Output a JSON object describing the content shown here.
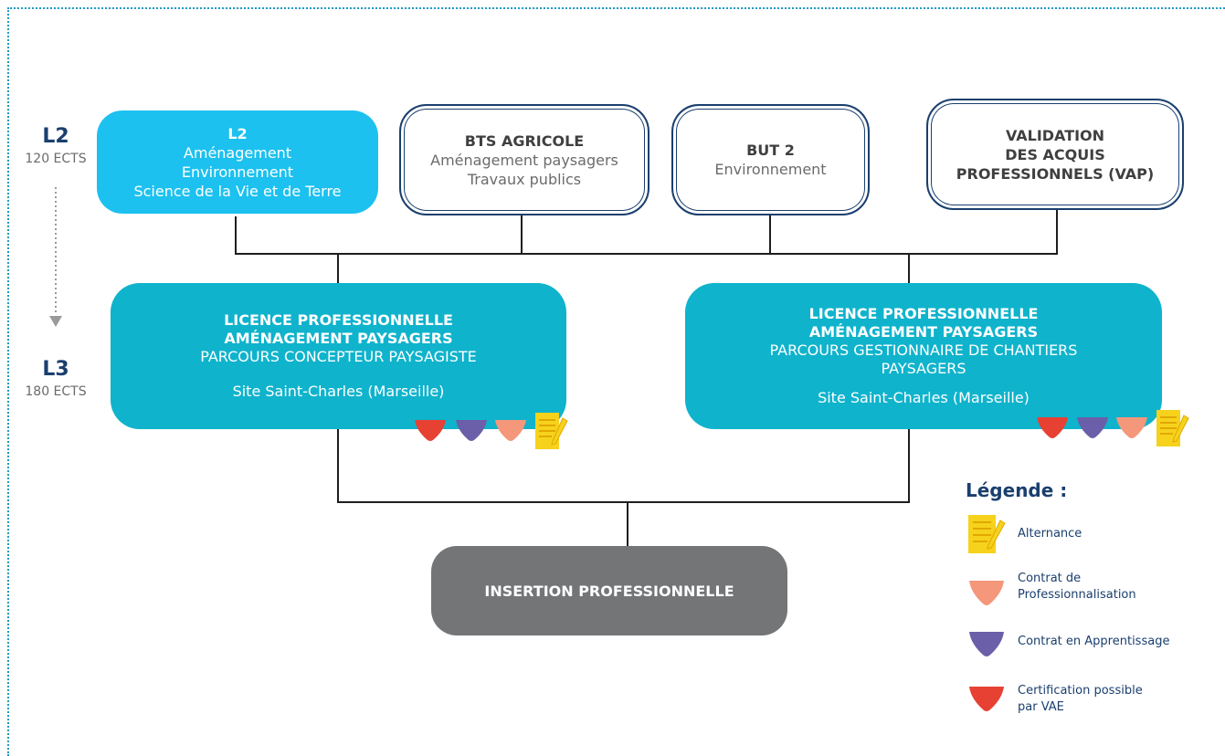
{
  "levels": [
    {
      "code": "L2",
      "ects": "120 ECTS"
    },
    {
      "code": "L3",
      "ects": "180 ECTS"
    }
  ],
  "sources": [
    {
      "title": "L2",
      "lines": [
        "Aménagement",
        "Environnement",
        "Science de la Vie et de Terre"
      ]
    },
    {
      "title": "BTS AGRICOLE",
      "lines": [
        "Aménagement paysagers",
        "Travaux publics"
      ]
    },
    {
      "title": "BUT 2",
      "lines": [
        "Environnement"
      ]
    },
    {
      "title": "VALIDATION\nDES ACQUIS\nPROFESSIONNELS (VAP)",
      "lines": []
    }
  ],
  "licences": [
    {
      "title_line1": "LICENCE PROFESSIONNELLE",
      "title_line2": "AMÉNAGEMENT PAYSAGERS",
      "parcours": "PARCOURS CONCEPTEUR PAYSAGISTE",
      "site": "Site Saint-Charles (Marseille)"
    },
    {
      "title_line1": "LICENCE PROFESSIONNELLE",
      "title_line2": "AMÉNAGEMENT PAYSAGERS",
      "parcours": "PARCOURS GESTIONNAIRE DE CHANTIERS PAYSAGERS",
      "site": "Site Saint-Charles (Marseille)"
    }
  ],
  "outcome": "INSERTION PROFESSIONNELLE",
  "legend": {
    "title": "Légende :",
    "items": [
      {
        "icon": "alternance-icon",
        "label": "Alternance"
      },
      {
        "icon": "professionnalisation-icon",
        "label": "Contrat de Professionnalisation",
        "color": "#f4977a"
      },
      {
        "icon": "apprentissage-icon",
        "label": "Contrat en Apprentissage",
        "color": "#6a5fa8"
      },
      {
        "icon": "vae-icon",
        "label": "Certification possible par VAE",
        "color": "#e64132"
      }
    ]
  },
  "colors": {
    "l2_box": "#1cc1ef",
    "licence_box": "#0fb3cc",
    "outcome_box": "#737577",
    "navy": "#1a3f6e",
    "alternance": "#f6d21c"
  }
}
